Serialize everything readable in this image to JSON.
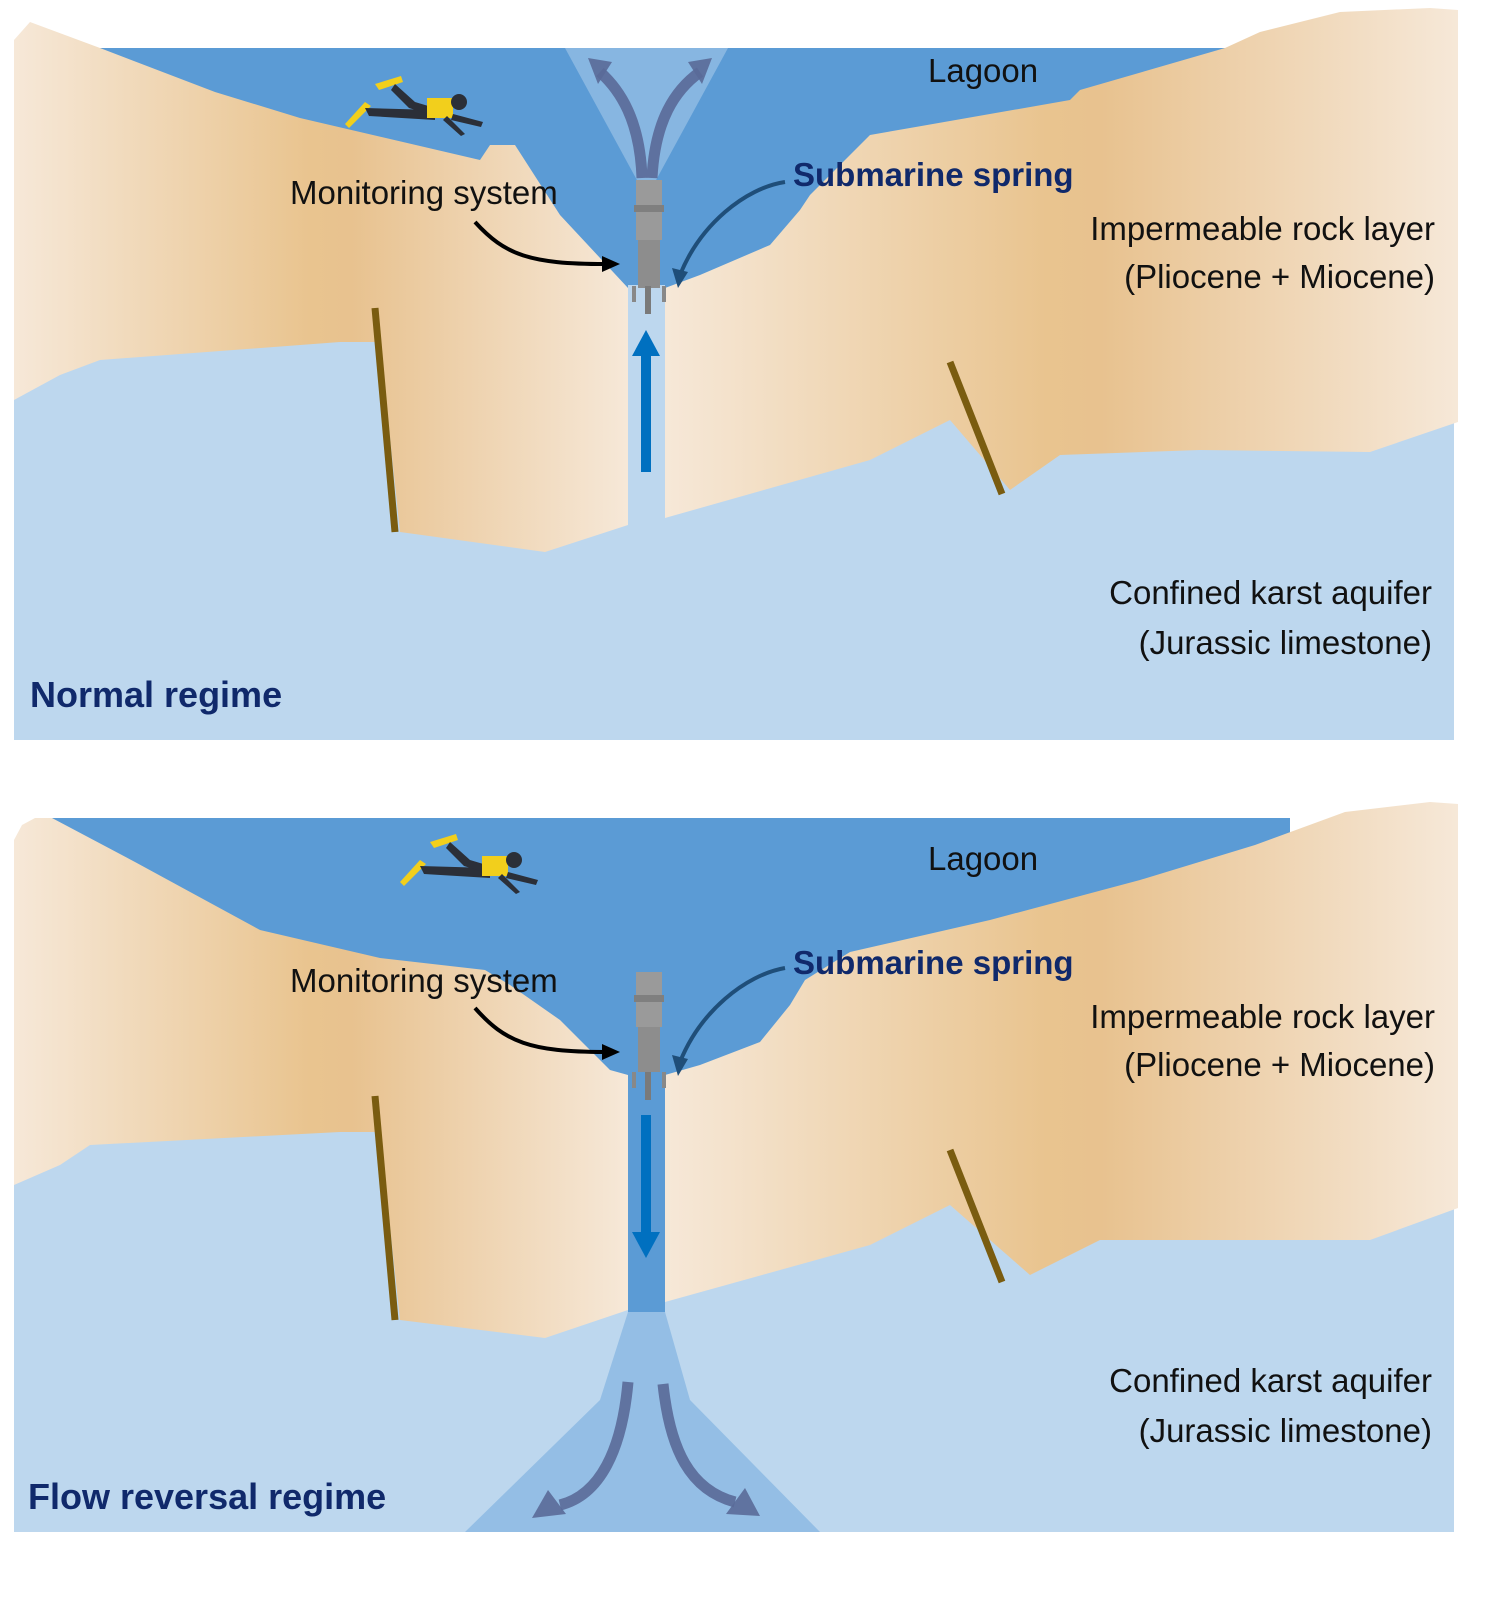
{
  "figure": {
    "title": "Submarine spring regimes",
    "colors": {
      "lagoon": "#5b9bd5",
      "aquifer": "#bdd7ee",
      "rock_dark": "#e8c28f",
      "rock_light": "#f6e8d8",
      "fault": "#7a5c10",
      "flow_arrow": "#0070c0",
      "plume_arrow": "#5a6a98",
      "regime_title": "#10296b"
    },
    "panels": [
      {
        "id": "normal",
        "regime_title": "Normal regime",
        "flow_direction": "up",
        "labels": {
          "lagoon": "Lagoon",
          "monitoring": "Monitoring system",
          "spring": "Submarine spring",
          "rock_line1": "Impermeable rock layer",
          "rock_line2": "(Pliocene + Miocene)",
          "aquifer_line1": "Confined karst aquifer",
          "aquifer_line2": "(Jurassic limestone)"
        }
      },
      {
        "id": "reversal",
        "regime_title": "Flow reversal regime",
        "flow_direction": "down",
        "labels": {
          "lagoon": "Lagoon",
          "monitoring": "Monitoring system",
          "spring": "Submarine spring",
          "rock_line1": "Impermeable rock layer",
          "rock_line2": "(Pliocene + Miocene)",
          "aquifer_line1": "Confined karst aquifer",
          "aquifer_line2": "(Jurassic limestone)"
        }
      }
    ]
  }
}
